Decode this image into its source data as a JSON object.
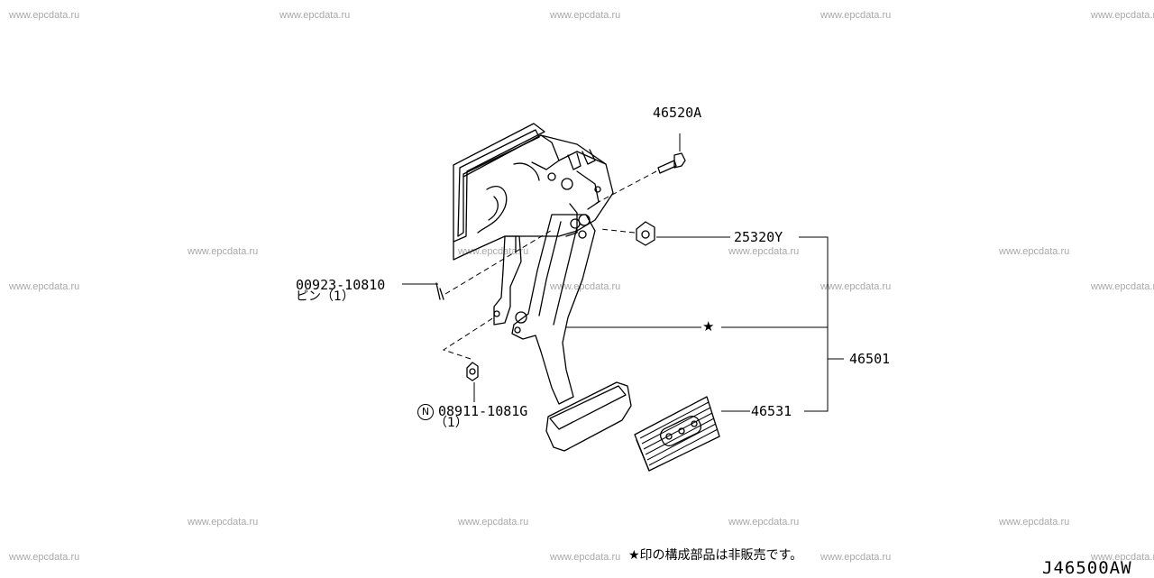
{
  "watermark": "www.epcdata.ru",
  "parts": {
    "bolt": "46520A",
    "nut_upper": "25320Y",
    "pin": "00923-10810",
    "pin_note": "ピン（1）",
    "nut_lower": "08911-1081G",
    "nut_lower_note": "（1）",
    "nut_lower_symbol": "N",
    "assembly": "46501",
    "pad": "46531",
    "star": "★"
  },
  "footnote": "★印の構成部品は非販売です。",
  "diagram_code": "J46500AW"
}
